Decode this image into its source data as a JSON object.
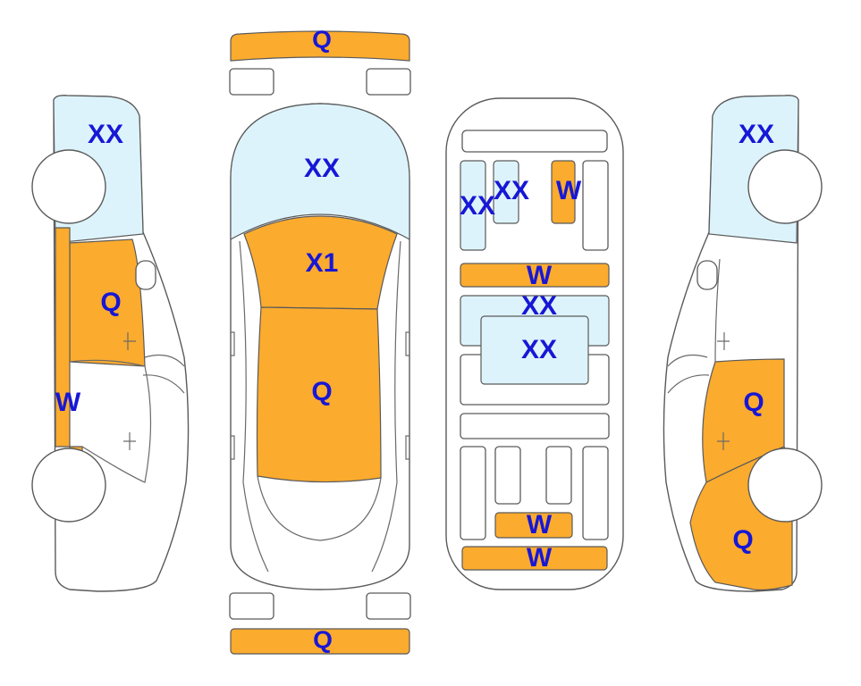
{
  "colors": {
    "damage_orange": "#fbab2e",
    "damage_blue": "#ddf3fb",
    "label": "#1717d6",
    "outline": "#5a5a5a"
  },
  "labels": {
    "front_bumper": "Q",
    "left_roof_window": "XX",
    "left_front_door": "Q",
    "left_sill": "W",
    "top_windshield": "XX",
    "top_hood": "X1",
    "top_front_body": "Q",
    "rear_bumper": "Q",
    "interior_seat_left": "XX",
    "interior_seat_mid": "XX",
    "interior_seat_right": "W",
    "interior_row1": "W",
    "interior_console_top": "XX",
    "interior_console": "XX",
    "interior_row_lower": "W",
    "interior_row_bottom": "W",
    "right_roof_window": "XX",
    "right_rear_door": "Q",
    "right_rear_quarter": "Q"
  }
}
